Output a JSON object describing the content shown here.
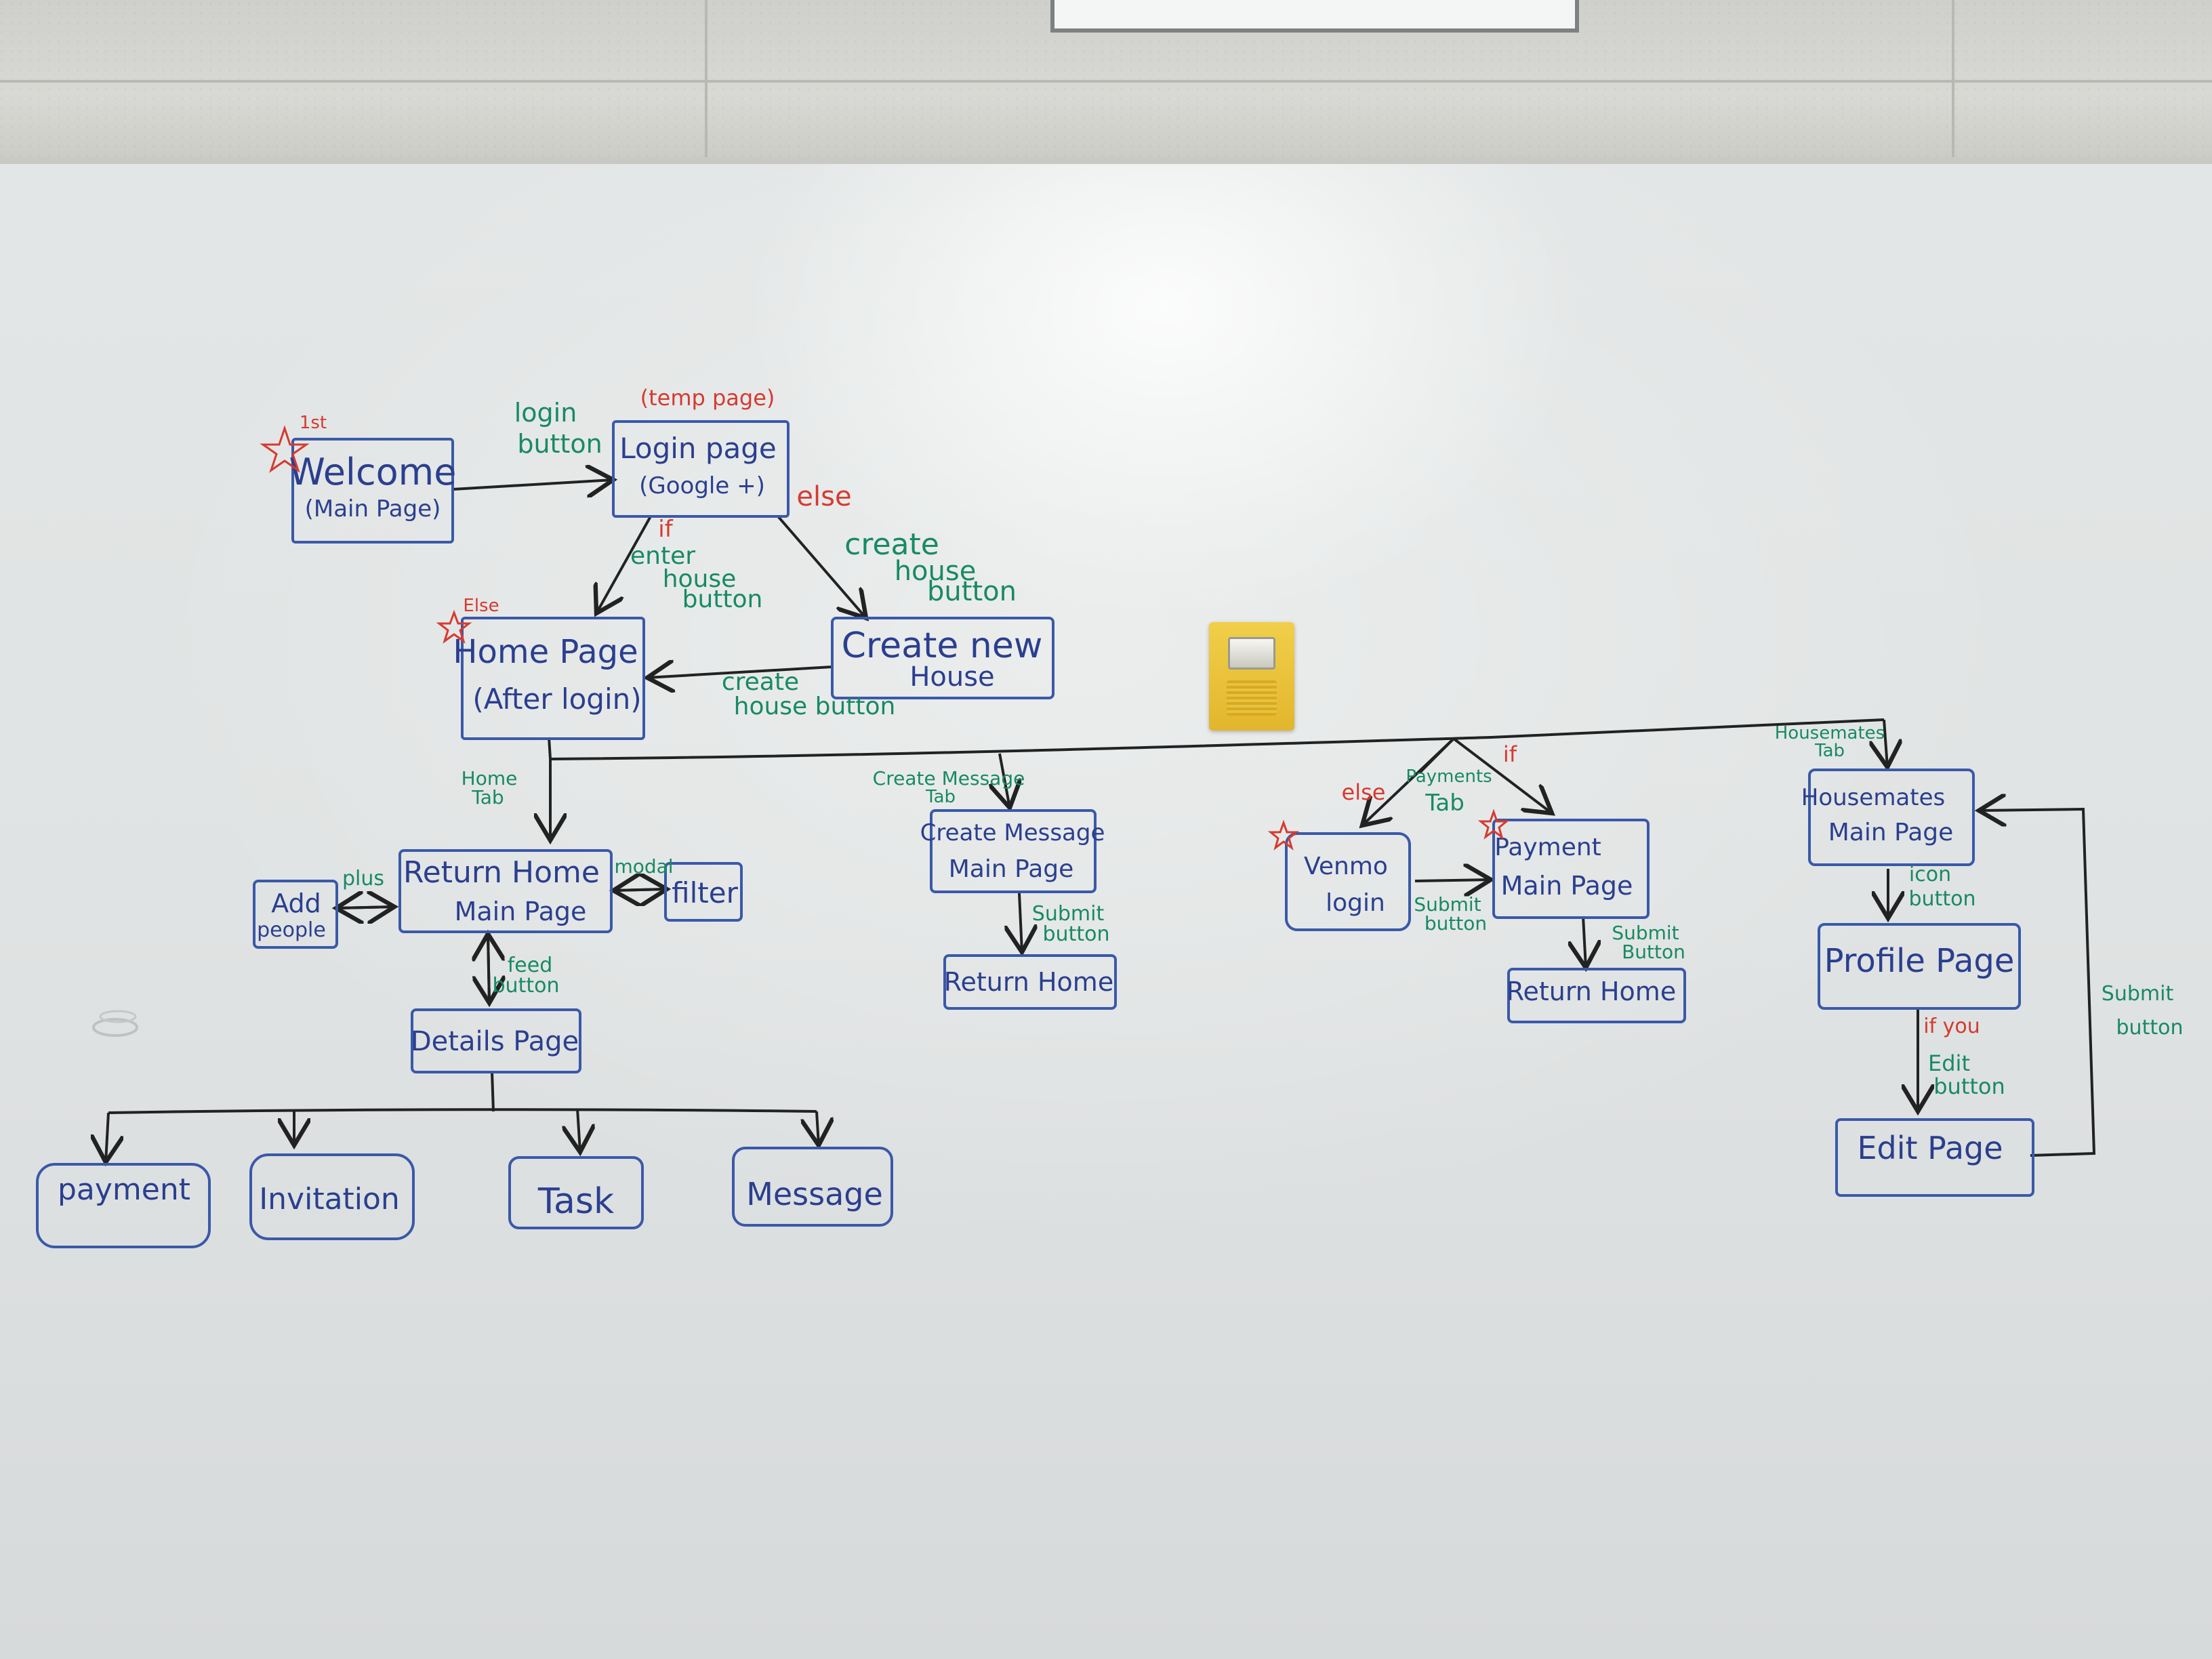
{
  "nodes": {
    "welcome": [
      "Welcome",
      "(Main Page)"
    ],
    "login": [
      "Login page",
      "(Google +)"
    ],
    "home": [
      "Home Page",
      "(After login)"
    ],
    "create_house": [
      "Create new",
      "House"
    ],
    "return_home_main": [
      "Return Home",
      "Main Page"
    ],
    "add_people": [
      "Add",
      "people"
    ],
    "filter": [
      "filter"
    ],
    "details": [
      "Details Page"
    ],
    "payment_leaf": [
      "payment"
    ],
    "invitation": [
      "Invitation"
    ],
    "task": [
      "Task"
    ],
    "message": [
      "Message"
    ],
    "create_message_main": [
      "Create Message",
      "Main Page"
    ],
    "return_home_msg": [
      "Return Home"
    ],
    "venmo": [
      "Venmo",
      "login"
    ],
    "payment_main": [
      "Payment",
      "Main Page"
    ],
    "return_home_pay": [
      "Return Home"
    ],
    "housemates_main": [
      "Housemates",
      "Main Page"
    ],
    "profile": [
      "Profile Page"
    ],
    "edit": [
      "Edit Page"
    ]
  },
  "edge_labels": {
    "login_button": [
      "login",
      "button"
    ],
    "temp_page": "(temp page)",
    "else_create": "else",
    "if_enter": [
      "if",
      "enter",
      "house",
      "button"
    ],
    "create_house_button_a": [
      "create",
      "house",
      "button"
    ],
    "create_house_button_b": [
      "create",
      "house button"
    ],
    "home_else": "Else",
    "home_tab": [
      "Home",
      "Tab"
    ],
    "plus": "plus",
    "modal": "modal",
    "feed_button": [
      "feed",
      "button"
    ],
    "create_message_tab": [
      "Create Message",
      "Tab"
    ],
    "submit_button_msg": [
      "Submit",
      "button"
    ],
    "payments_tab": [
      "Payments",
      "Tab"
    ],
    "pay_if": "if",
    "pay_else": "else",
    "submit_button_venmo": [
      "Submit",
      "button"
    ],
    "submit_button_pay": [
      "Submit",
      "Button"
    ],
    "housemates_tab": [
      "Housemates",
      "Tab"
    ],
    "icon_button": [
      "icon",
      "button"
    ],
    "if_you": "if you",
    "edit_button": [
      "Edit",
      "button"
    ],
    "submit_button_edit": [
      "Submit",
      "button"
    ],
    "welcome_star_note": "1st"
  }
}
